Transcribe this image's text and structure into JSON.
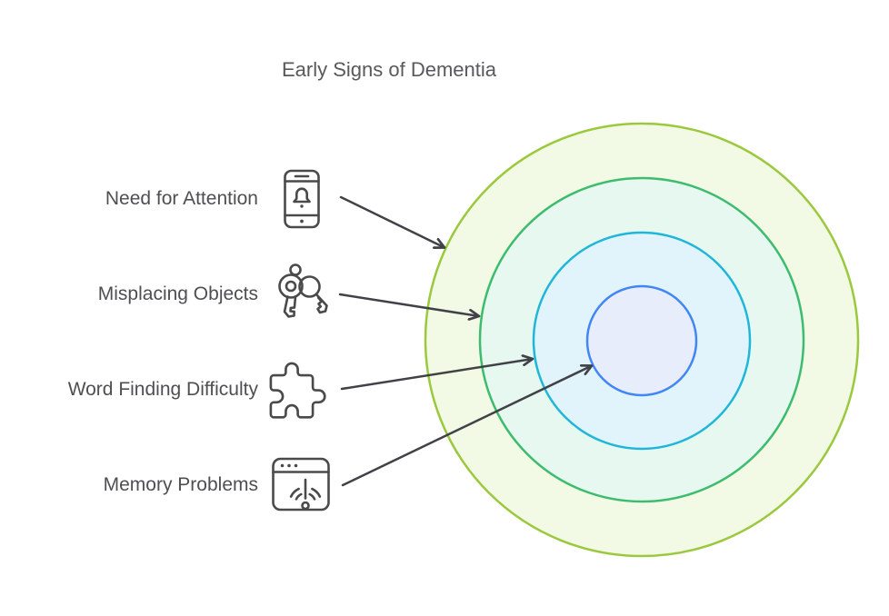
{
  "title": "Early Signs of Dementia",
  "items": [
    {
      "label": "Need for Attention",
      "icon": "phone-notification-icon"
    },
    {
      "label": "Misplacing Objects",
      "icon": "keys-icon"
    },
    {
      "label": "Word Finding Difficulty",
      "icon": "puzzle-piece-icon"
    },
    {
      "label": "Memory Problems",
      "icon": "browser-offline-icon"
    }
  ],
  "rings": [
    {
      "name": "outermost",
      "stroke": "#9bc93d",
      "fill": "#f2f9e4"
    },
    {
      "name": "second",
      "stroke": "#3dbc6e",
      "fill": "#e7f8f0"
    },
    {
      "name": "third",
      "stroke": "#1fb6d9",
      "fill": "#e1f4fb"
    },
    {
      "name": "innermost",
      "stroke": "#4285f4",
      "fill": "#e8edfb"
    }
  ],
  "colors": {
    "background": "#ffffff",
    "title_text": "#58595b",
    "label_text": "#4e4f51",
    "icon_stroke": "#4a4a4a",
    "arrow": "#404247"
  }
}
